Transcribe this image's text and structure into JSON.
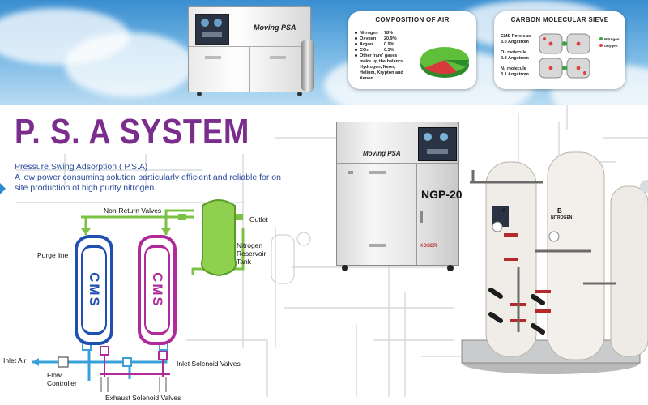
{
  "banner": {
    "machine_label": "Moving PSA",
    "composition": {
      "title": "COMPOSITION OF AIR",
      "rows": [
        {
          "name": "Nitrogen",
          "value": "78%"
        },
        {
          "name": "Oxygen",
          "value": "20.9%"
        },
        {
          "name": "Argon",
          "value": "0.9%"
        },
        {
          "name": "CO₂",
          "value": "0.3%"
        }
      ],
      "rare_line1": "Other 'rare' gases",
      "rare_line2": "make up the balance",
      "rare_line3": "Hydrogen, Neon,",
      "rare_line4": "Helium, Krypton and",
      "rare_line5": "Xenon",
      "pie_colors": {
        "nitrogen": "#5fbf3a",
        "oxygen": "#d63a3a",
        "other": "#2c8c2c"
      }
    },
    "sieve": {
      "title": "CARBON MOLECULAR SIEVE",
      "pore": "CMS Pore size",
      "pore_val": "3.0 Angstrom",
      "o2": "O₂ molecule",
      "o2_val": "2.8 Angstrom",
      "n2": "N₂ molecule",
      "n2_val": "3.1 Angstrom",
      "legend_n": "Nitrogen",
      "legend_o": "Oxygen"
    }
  },
  "title": "P. S. A SYSTEM",
  "subtitle": "Pressure Swing Adsorption ( P.S.A)",
  "desc_line1": "A low power consuming solution particularly  efficient and reliable for on",
  "desc_line2": "site production of high purity nitrogen.",
  "diagram": {
    "non_return": "Non-Return Valves",
    "outlet": "Outlet",
    "tank_line1": "Nitrogen",
    "tank_line2": "Reservoir",
    "tank_line3": "Tank",
    "purge": "Purge line",
    "cms": "CMS",
    "inlet_air": "Inlet Air",
    "flow_line1": "Flow",
    "flow_line2": "Controller",
    "inlet_valves": "Inlet Solenoid Valves",
    "exhaust_valves": "Exhaust Solenoid Valves",
    "colors": {
      "blue": "#1f4fb0",
      "magenta": "#b12a9a",
      "green": "#7cc242",
      "pipe": "#3aa0d8"
    }
  },
  "products": {
    "cabinet_label": "Moving PSA",
    "model": "NGP-20",
    "brand": "KOSER",
    "tank_a": "A",
    "tank_b": "B",
    "tank_b_sub": "NITROGEN"
  }
}
